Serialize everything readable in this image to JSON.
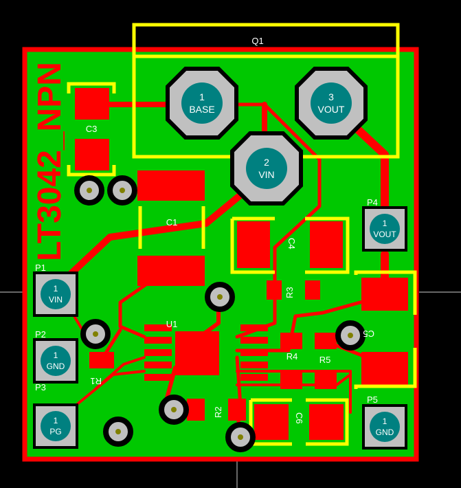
{
  "board": {
    "title": "LT3042_NPN",
    "colors": {
      "background": "#000000",
      "copper": "#00c800",
      "trace": "#ff0000",
      "outline": "#ff0000",
      "silkscreen": "#ffff00",
      "pad_fill": "#c0c0c0",
      "pad_label": "#008080",
      "via_ring": "#c0c0c0"
    }
  },
  "components": {
    "q1": {
      "ref": "Q1",
      "pins": [
        {
          "num": "1",
          "name": "BASE"
        },
        {
          "num": "2",
          "name": "VIN"
        },
        {
          "num": "3",
          "name": "VOUT"
        }
      ]
    },
    "c1": "C1",
    "c3": "C3",
    "c4": "C4",
    "c5": "C5",
    "c6": "C6",
    "r1": "R1",
    "r2": "R2",
    "r3": "R3",
    "r4": "R4",
    "r5": "R5",
    "u1": "U1"
  },
  "connectors": {
    "p1": {
      "ref": "P1",
      "num": "1",
      "name": "VIN"
    },
    "p2": {
      "ref": "P2",
      "num": "1",
      "name": "GND"
    },
    "p3": {
      "ref": "P3",
      "num": "1",
      "name": "PG"
    },
    "p4": {
      "ref": "P4",
      "num": "1",
      "name": "VOUT"
    },
    "p5": {
      "ref": "P5",
      "num": "1",
      "name": "GND"
    }
  }
}
